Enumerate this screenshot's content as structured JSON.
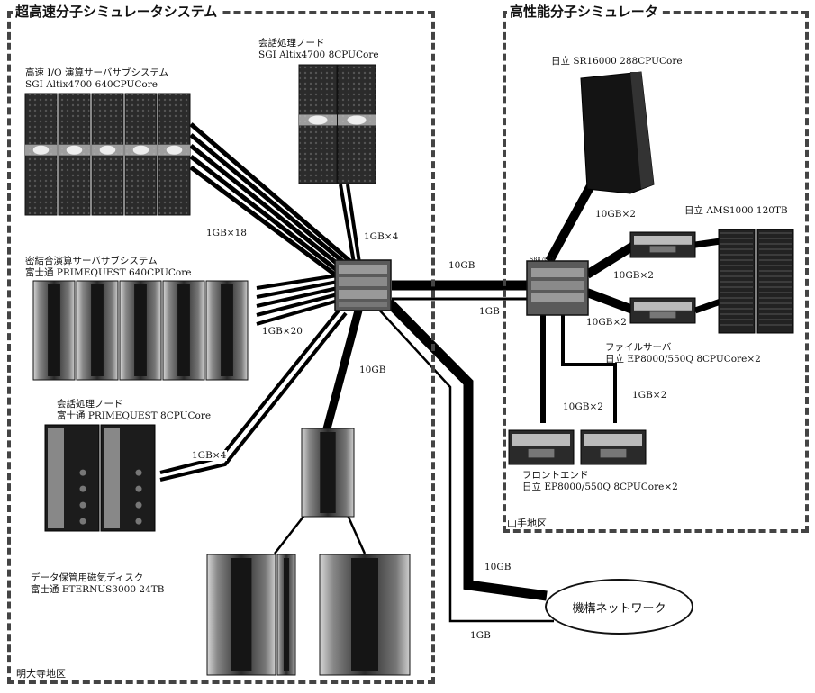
{
  "regions": {
    "left_title": "超高速分子シミュレータシステム",
    "left_area": "明大寺地区",
    "right_title": "高性能分子シミュレータ",
    "right_area": "山手地区"
  },
  "nodes": {
    "altix_io": {
      "line1": "高速 I/O 演算サーバサブシステム",
      "line2": "SGI Altix4700 640CPUCore"
    },
    "altix_login": {
      "line1": "会話処理ノード",
      "line2": "SGI Altix4700 8CPUCore"
    },
    "primequest_comp": {
      "line1": "密結合演算サーバサブシステム",
      "line2": "富士通  PRIMEQUEST 640CPUCore"
    },
    "primequest_login": {
      "line1": "会話処理ノード",
      "line2": "富士通 PRIMEQUEST 8CPUCore"
    },
    "eternus": {
      "line1": "データ保管用磁気ディスク",
      "line2": "富士通 ETERNUS3000 24TB"
    },
    "sr16000": {
      "line1": "日立 SR16000 288CPUCore"
    },
    "ams1000": {
      "line1": "日立 AMS1000  120TB"
    },
    "fileserver": {
      "line1": "ファイルサーバ",
      "line2": "日立 EP8000/550Q 8CPUCore×2"
    },
    "frontend": {
      "line1": "フロントエンド",
      "line2": "日立 EP8000/550Q 8CPUCore×2"
    },
    "switch_right": {
      "line1": "SR8700X"
    },
    "network": {
      "line1": "機構ネットワーク"
    }
  },
  "links": {
    "altix_io": "1GB×18",
    "altix_login": "1GB×4",
    "primequest": "1GB×20",
    "primequest_login": "1GB×4",
    "cross_10g": "10GB",
    "cross_1g": "1GB",
    "down_10g": "10GB",
    "sr16000": "10GB×2",
    "fileserver_a": "10GB×2",
    "fileserver_b": "10GB×2",
    "frontend_a": "10GB×2",
    "frontend_b": "1GB×2",
    "network_10g": "10GB",
    "network_1g": "1GB"
  }
}
